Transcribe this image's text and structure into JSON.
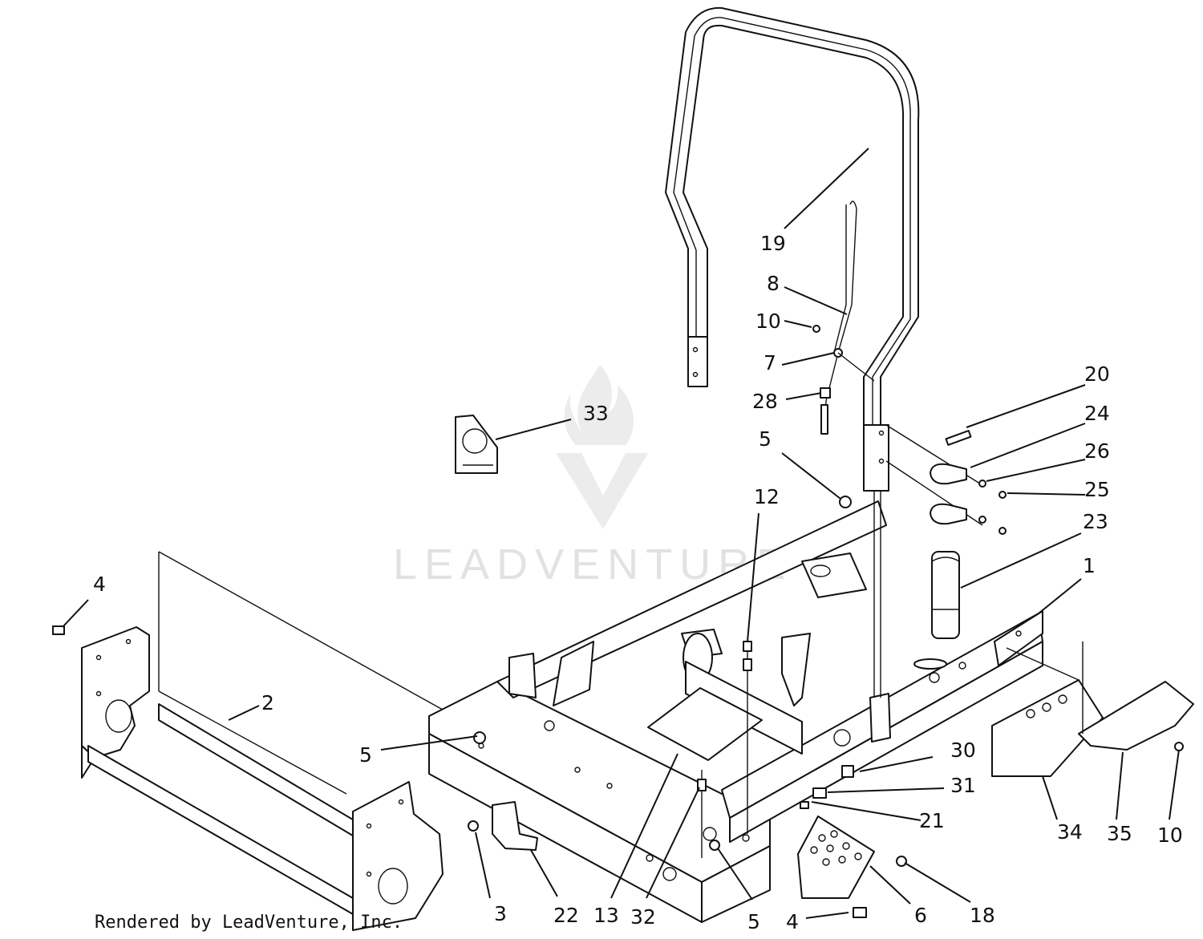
{
  "watermark": {
    "text": "LEADVENTURE"
  },
  "credit": "Rendered by LeadVenture, Inc.",
  "callouts": {
    "c1": "1",
    "c2": "2",
    "c3": "3",
    "c4a": "4",
    "c4b": "4",
    "c5a": "5",
    "c5b": "5",
    "c5c": "5",
    "c6": "6",
    "c7": "7",
    "c8": "8",
    "c10a": "10",
    "c10b": "10",
    "c12": "12",
    "c13": "13",
    "c18": "18",
    "c19": "19",
    "c20": "20",
    "c21": "21",
    "c22": "22",
    "c23": "23",
    "c24": "24",
    "c25": "25",
    "c26": "26",
    "c28": "28",
    "c30": "30",
    "c31": "31",
    "c32": "32",
    "c33": "33",
    "c34": "34",
    "c35": "35"
  }
}
